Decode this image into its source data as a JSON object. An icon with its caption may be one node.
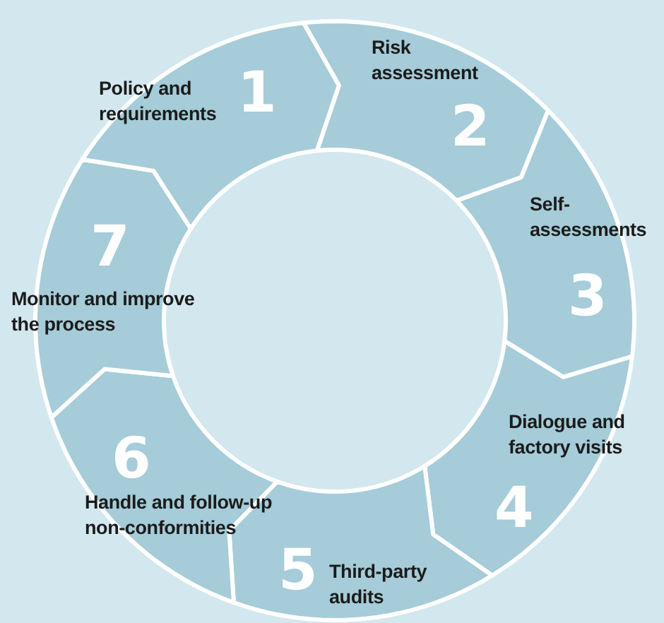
{
  "diagram": {
    "nodes": [
      {
        "text": [
          "Policy and requirements",
          "1"
        ]
      },
      {
        "text": [
          "Risk assessment",
          "2"
        ]
      },
      {
        "text": [
          "Self-assessments",
          "3"
        ]
      },
      {
        "text": [
          "Dialogue and factory visits",
          "4"
        ]
      },
      {
        "text": [
          "5",
          "Third-party audits"
        ]
      },
      {
        "text": [
          "6",
          "Handle and follow-up non-conformities"
        ]
      },
      {
        "text": [
          "7",
          "Monitor and improve the process"
        ]
      }
    ]
  }
}
